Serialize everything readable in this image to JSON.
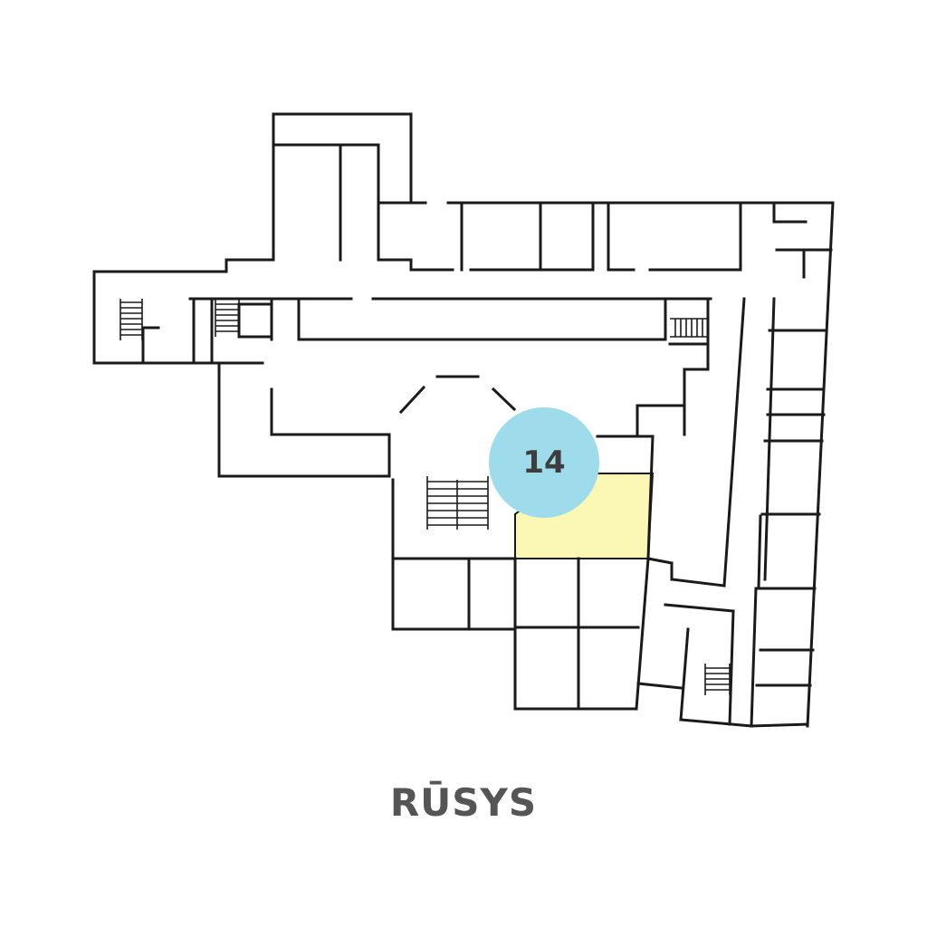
{
  "floor": {
    "title": "RŪSYS"
  },
  "marker": {
    "number": "14"
  },
  "highlighted_room": {
    "label": "14"
  },
  "colors": {
    "marker_fill": "#9fdceb",
    "highlight_fill": "#fbf7b4",
    "walls": "#1a1a1a",
    "title_text": "#555555"
  }
}
